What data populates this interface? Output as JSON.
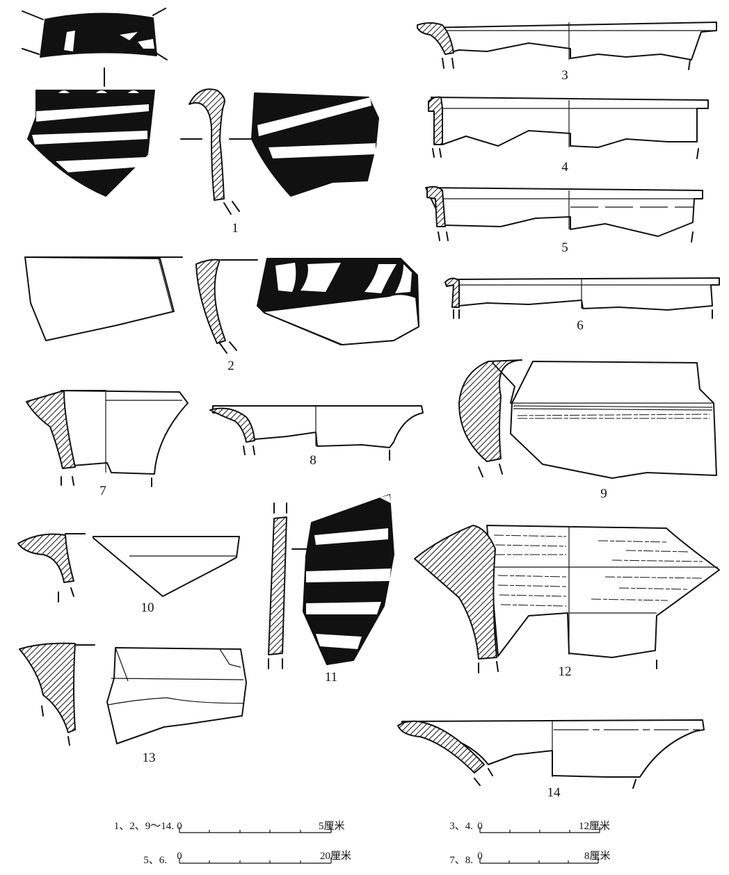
{
  "figure_numbers": [
    "1",
    "2",
    "3",
    "4",
    "5",
    "6",
    "7",
    "8",
    "9",
    "10",
    "11",
    "12",
    "13",
    "14"
  ],
  "scales": [
    {
      "label": "1、2、9～14.",
      "zero": "0",
      "end": "5厘米"
    },
    {
      "label": "3、4.",
      "zero": "0",
      "end": "12厘米"
    },
    {
      "label": "5、6.",
      "zero": "0",
      "end": "20厘米"
    },
    {
      "label": "7、8.",
      "zero": "0",
      "end": "8厘米"
    }
  ],
  "colors": {
    "ink": "#111111",
    "paper": "#ffffff"
  }
}
